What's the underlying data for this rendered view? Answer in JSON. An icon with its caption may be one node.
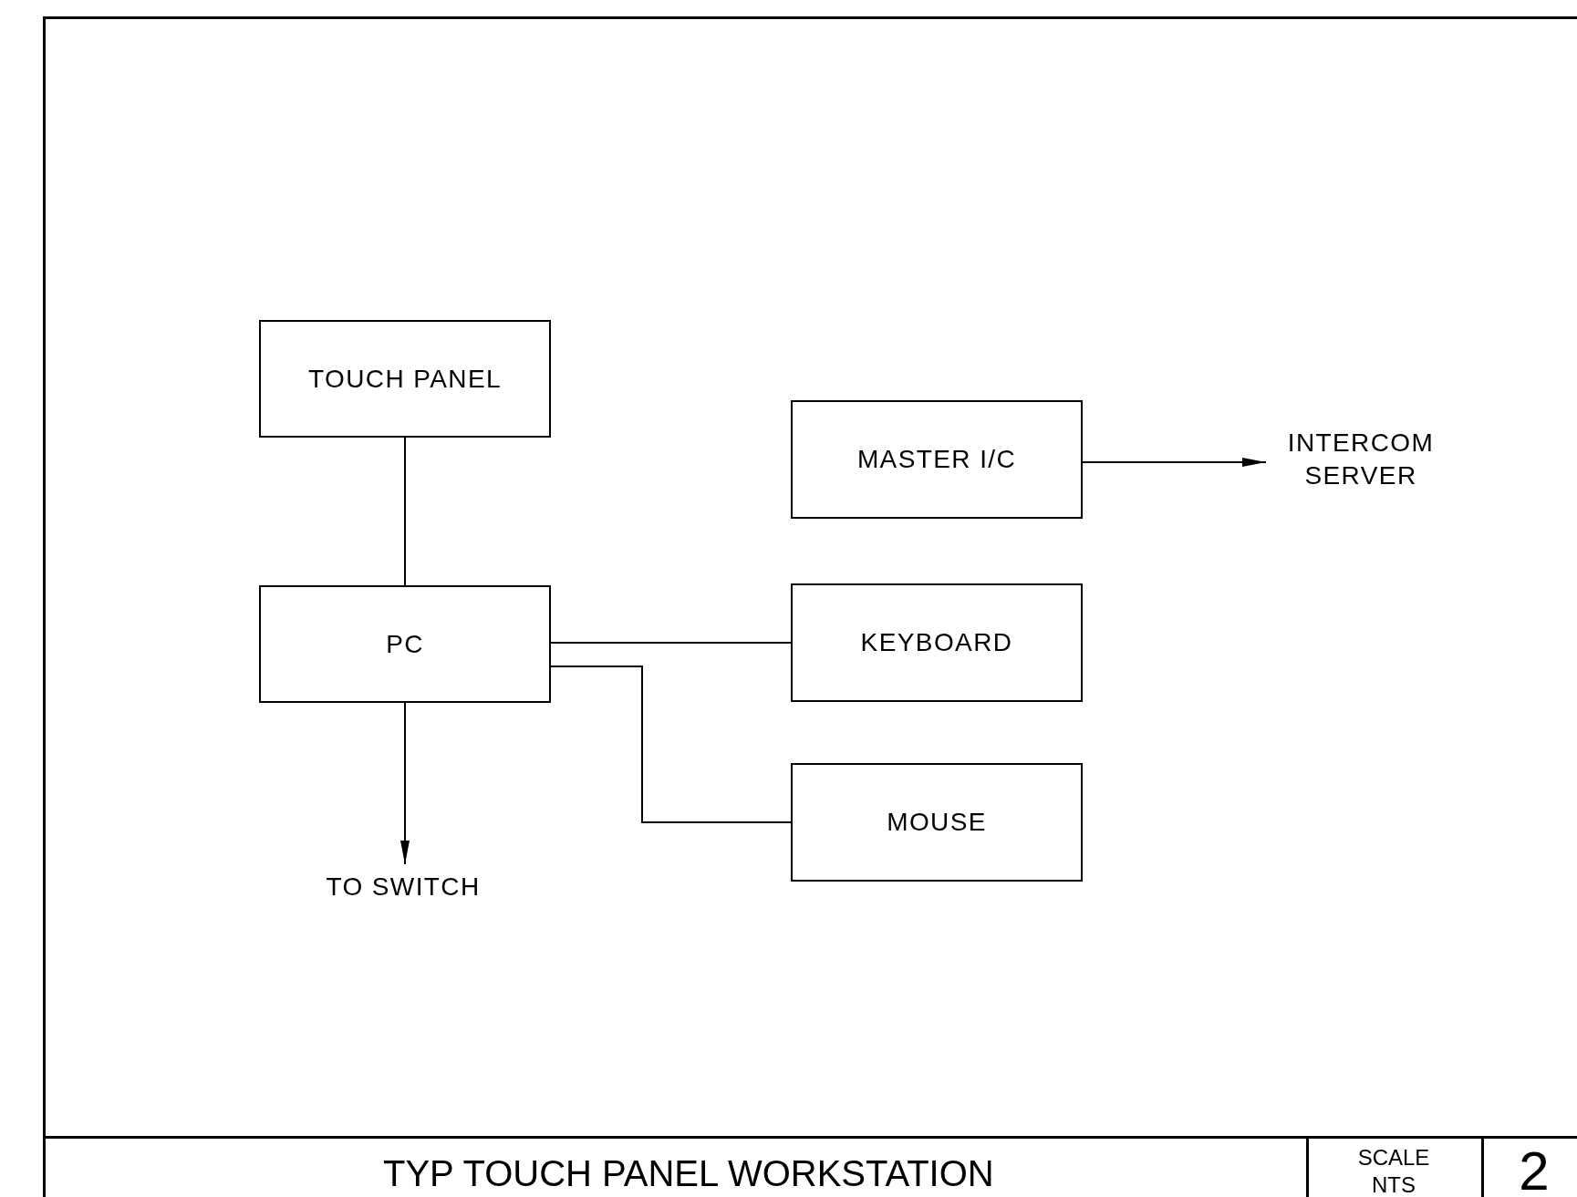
{
  "diagram": {
    "title": "TYP TOUCH PANEL WORKSTATION",
    "nodes": [
      {
        "text": [
          "TOUCH PANEL"
        ]
      },
      {
        "text": [
          "PC"
        ]
      },
      {
        "text": [
          "MASTER I/C"
        ]
      },
      {
        "text": [
          "KEYBOARD"
        ]
      },
      {
        "text": [
          "MOUSE"
        ]
      },
      {
        "text": [
          "INTERCOM SERVER"
        ]
      },
      {
        "text": [
          "TO SWITCH"
        ]
      }
    ],
    "edges": [
      {
        "from": 0,
        "to": 1,
        "arrow": "none"
      },
      {
        "from": 2,
        "to": 5,
        "arrow": "to"
      },
      {
        "from": 1,
        "to": 3,
        "arrow": "none"
      },
      {
        "from": 1,
        "to": 4,
        "arrow": "none"
      },
      {
        "from": 1,
        "to": 6,
        "arrow": "to"
      }
    ],
    "labels": [
      "SCALE",
      "NTS",
      "2"
    ]
  }
}
